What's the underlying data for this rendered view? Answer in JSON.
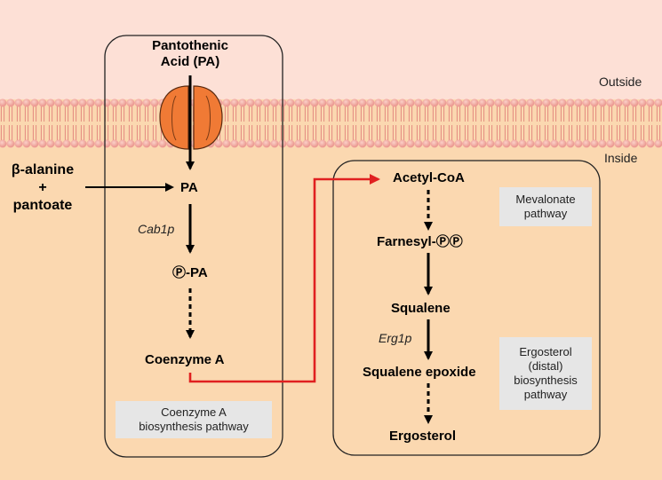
{
  "regions": {
    "outside": "Outside",
    "inside": "Inside"
  },
  "compounds": {
    "pantothenic_acid_line1": "Pantothenic",
    "pantothenic_acid_line2": "Acid (PA)",
    "beta_alanine": "β-alanine",
    "plus": "+",
    "pantoate": "pantoate",
    "pa": "PA",
    "phospho_pa": "Ⓟ-PA",
    "coenzyme_a": "Coenzyme A",
    "acetyl_coa": "Acetyl-CoA",
    "farnesyl_pp": "Farnesyl-ⓅⓅ",
    "squalene": "Squalene",
    "squalene_epoxide": "Squalene epoxide",
    "ergosterol": "Ergosterol"
  },
  "enzymes": {
    "cab1p": "Cab1p",
    "erg1p": "Erg1p"
  },
  "pathway_boxes": {
    "coa_line1": "Coenzyme A",
    "coa_line2": "biosynthesis pathway",
    "mevalonate_line1": "Mevalonate",
    "mevalonate_line2": "pathway",
    "ergosterol_line1": "Ergosterol",
    "ergosterol_line2": "(distal)",
    "ergosterol_line3": "biosynthesis",
    "ergosterol_line4": "pathway"
  },
  "colors": {
    "outside_bg": "#fde0d6",
    "inside_bg": "#fbd8b0",
    "membrane_head": "#f2a5a0",
    "membrane_tail": "#e48a80",
    "transporter": "#f07a35",
    "link_arrow": "#e02020",
    "box_fill": "#e6e6e6"
  }
}
